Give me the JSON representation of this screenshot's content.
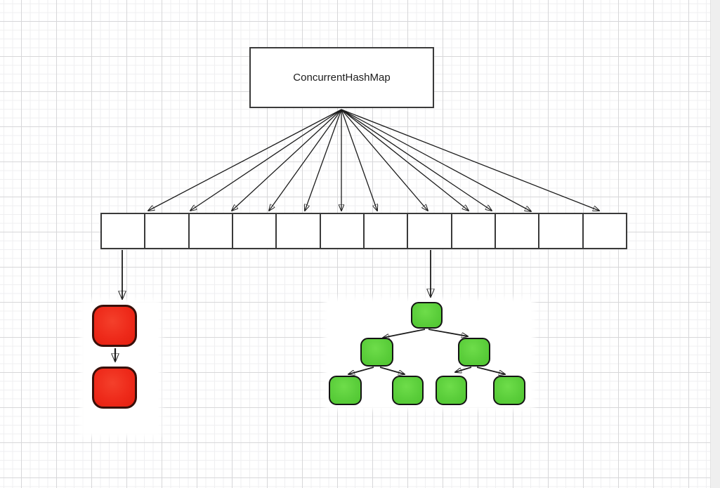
{
  "diagram": {
    "title_box": {
      "label": "ConcurrentHashMap"
    },
    "bucket_array": {
      "cell_count": 12,
      "cells_empty": true
    },
    "fan_arrows": {
      "count": 12,
      "from": "title_box_bottom_center",
      "to": "bucket_cells_top"
    },
    "bucket_pointers": [
      {
        "from_bucket_index": 1,
        "points_to": "linked_list"
      },
      {
        "from_bucket_index": 8,
        "points_to": "tree"
      }
    ],
    "linked_list": {
      "node_count": 2,
      "labels": [
        "",
        ""
      ],
      "meaning": "bucket collision chain"
    },
    "tree": {
      "node_count": 7,
      "levels": [
        1,
        2,
        4
      ],
      "structure": {
        "root": [
          "left",
          "right"
        ],
        "left": [
          "left-left",
          "left-right"
        ],
        "right": [
          "right-left",
          "right-right"
        ]
      }
    }
  },
  "colors": {
    "red-node": "#ee2a1a",
    "red-border": "#38100a",
    "green-node": "#5bce3b",
    "green-border": "#141414",
    "stroke-dark": "#3a3a3a",
    "arrow": "#1c1c1c",
    "grid-minor": "#efeff1",
    "grid-major": "#d7d7d9"
  }
}
